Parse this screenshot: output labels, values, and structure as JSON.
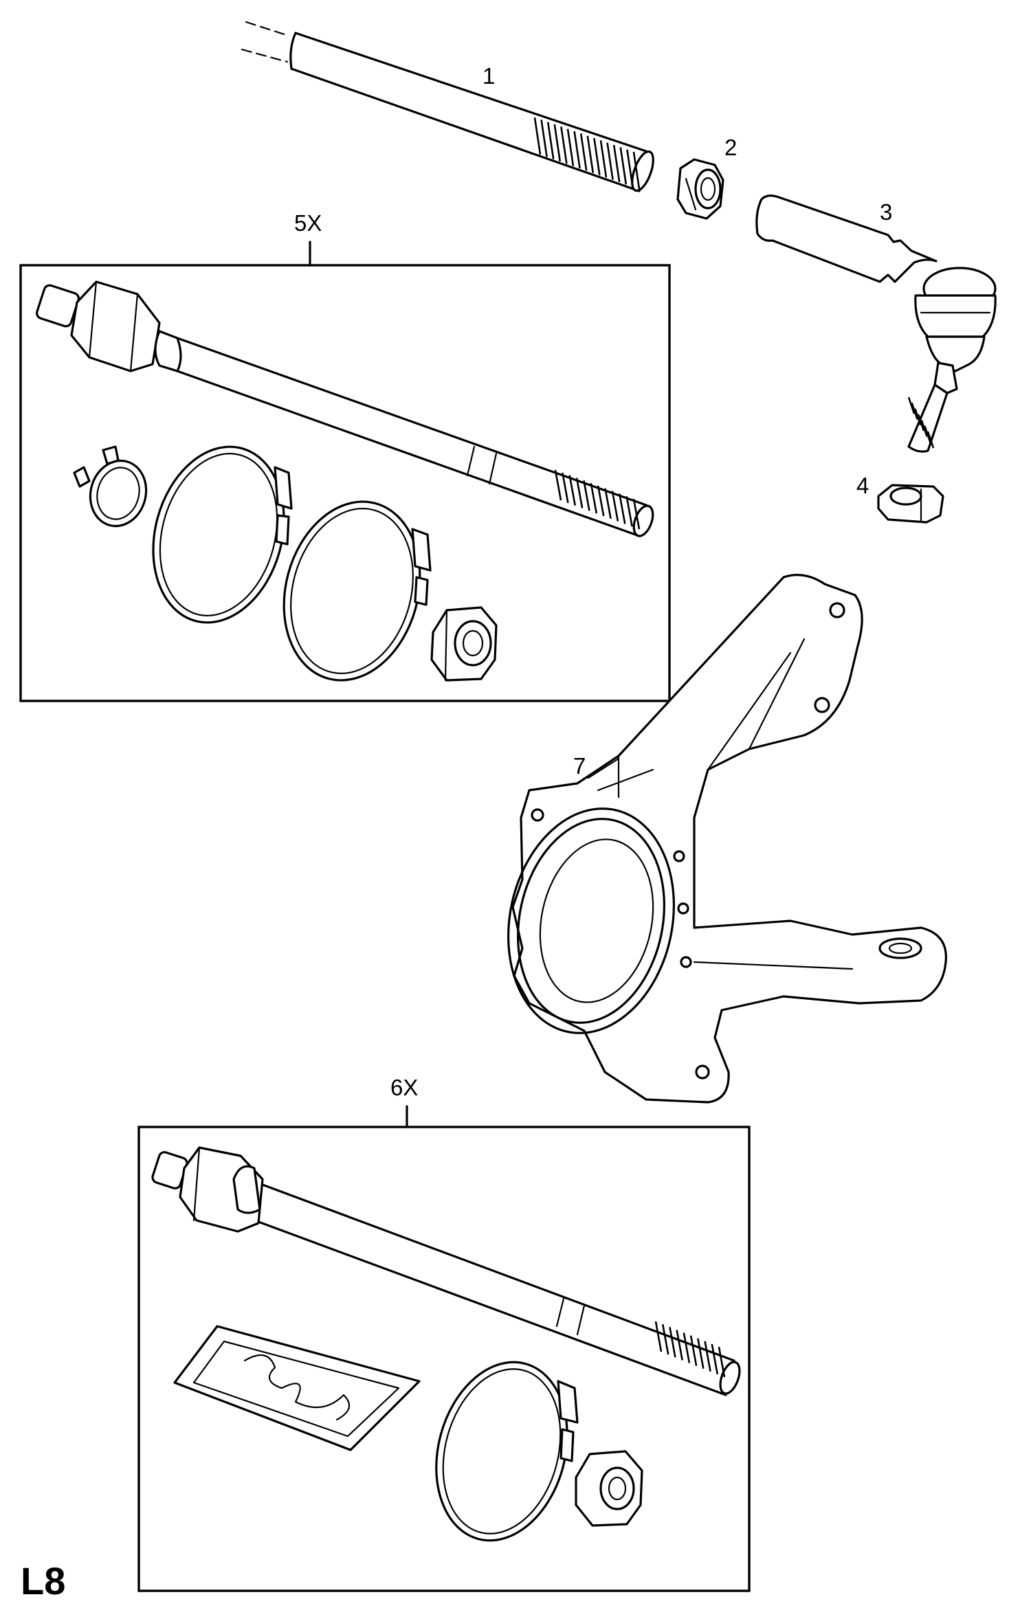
{
  "labels": {
    "part_1": "1",
    "part_2": "2",
    "part_3": "3",
    "part_4": "4",
    "part_5x": "5X",
    "part_6x": "6X",
    "part_7": "7"
  },
  "page_code": "L8",
  "colors": {
    "ink": "#000000",
    "paper": "#ffffff"
  }
}
